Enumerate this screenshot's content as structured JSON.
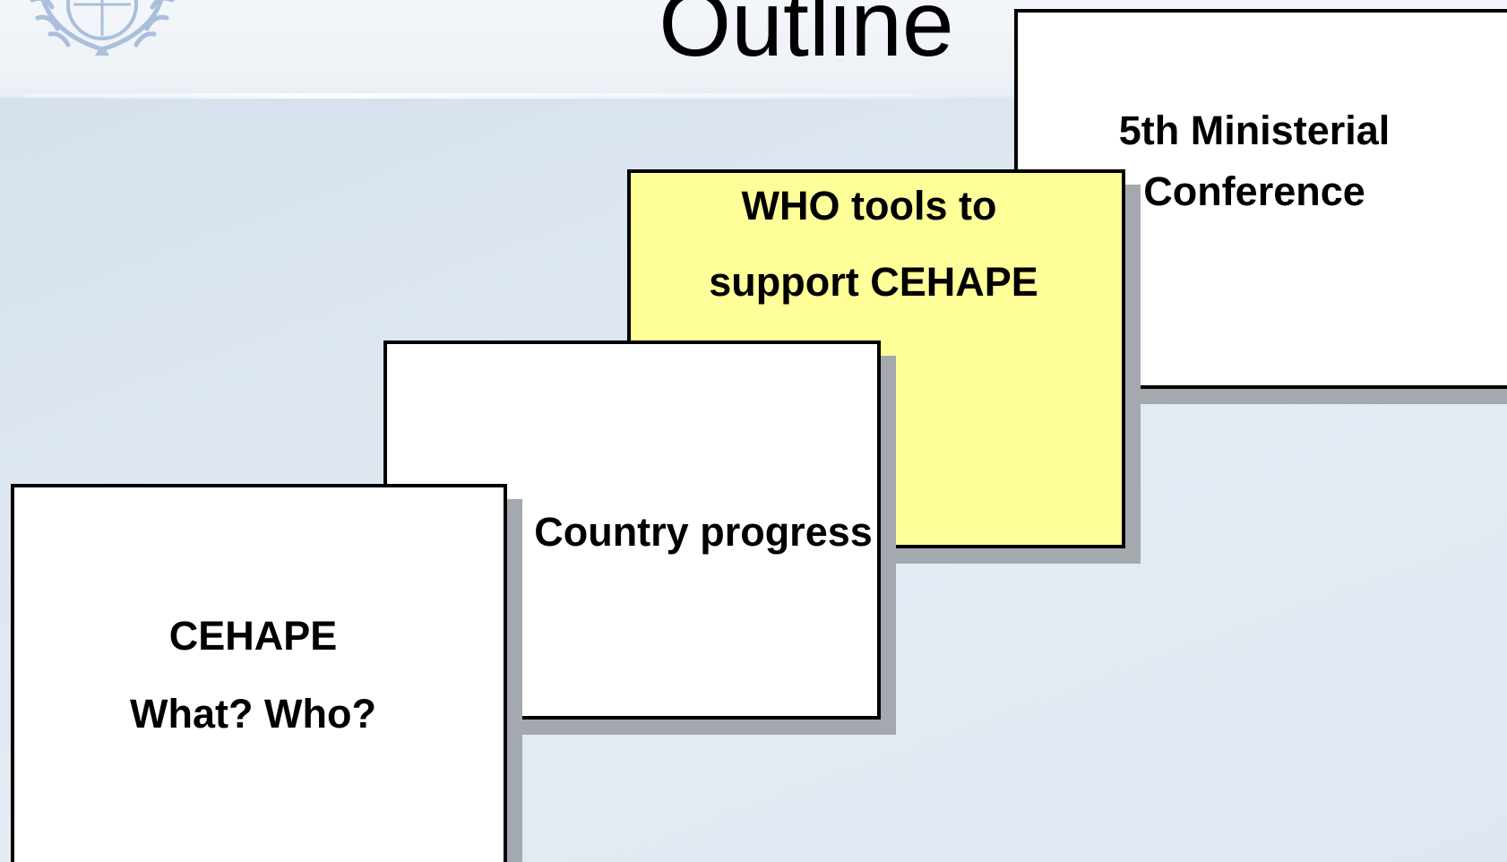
{
  "slide": {
    "title": "Outline"
  },
  "cards": {
    "ministerial": {
      "line1": "5th Ministerial",
      "line2": "Conference"
    },
    "who_tools": {
      "line1": "WHO tools to",
      "line2": "support CEHAPE"
    },
    "country": {
      "line1": "Country progress"
    },
    "cehape": {
      "line1": "CEHAPE",
      "line2": "What? Who?"
    }
  },
  "colors": {
    "highlight_card": "#ffff99",
    "card": "#ffffff",
    "shadow": "#a4a9b0"
  },
  "icons": {
    "logo": "un-emblem-icon"
  }
}
